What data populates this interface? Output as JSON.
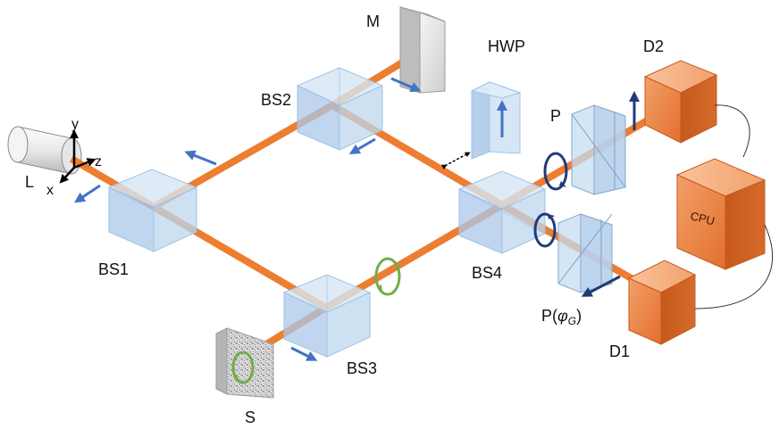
{
  "labels": {
    "source": "L",
    "bs1": "BS1",
    "bs2": "BS2",
    "bs3": "BS3",
    "bs4": "BS4",
    "mirror": "M",
    "hwp": "HWP",
    "polarizer": "P",
    "polarizer_g_prefix": "P(",
    "polarizer_g_symbol": "φ",
    "polarizer_g_sub": "G",
    "polarizer_g_suffix": ")",
    "detector1": "D1",
    "detector2": "D2",
    "cpu": "CPU",
    "sample": "S",
    "axis_x": "x",
    "axis_y": "y",
    "axis_z": "z"
  },
  "colors": {
    "beam": "#ED7D31",
    "cube_face": "#BDD7EE",
    "cube_edge": "#9DC3E6",
    "arrow_blue": "#4472C4",
    "arrow_navy": "#1F3B7A",
    "circle_green": "#70AD47",
    "circle_navy": "#1F3B7A",
    "detector_orange": "#E97132"
  }
}
